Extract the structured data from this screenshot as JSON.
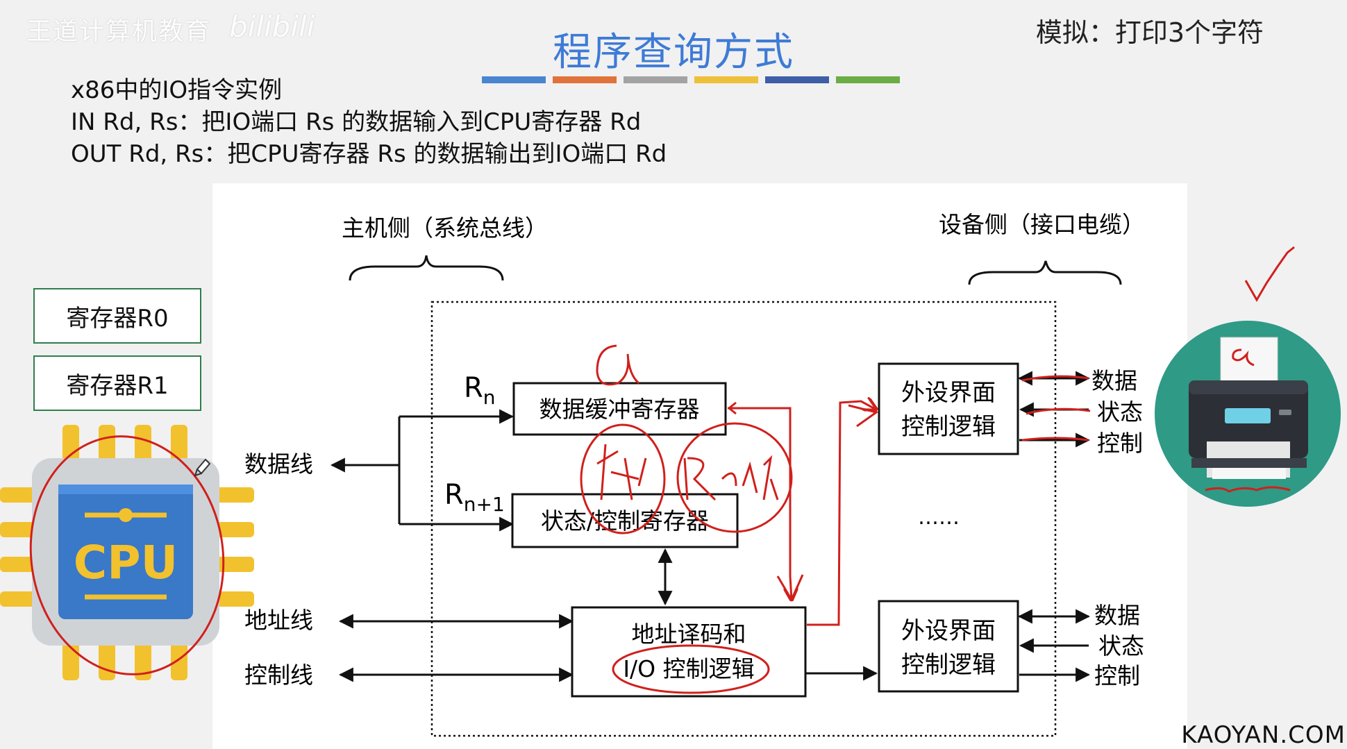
{
  "watermark": {
    "text": "王道计算机教育",
    "logo": "bilibili"
  },
  "title": "程序查询方式",
  "top_right_note": "模拟：打印3个字符",
  "color_bar": [
    "#4a86d0",
    "#e0733c",
    "#a3a3a3",
    "#eec03a",
    "#3f5ea8",
    "#6cad45"
  ],
  "info_lines": [
    "x86中的IO指令实例",
    "IN Rd, Rs：把IO端口 Rs 的数据输入到CPU寄存器 Rd",
    "OUT Rd, Rs：把CPU寄存器 Rs 的数据输出到IO端口 Rd"
  ],
  "registers": [
    "寄存器R0",
    "寄存器R1"
  ],
  "cpu_label": "CPU",
  "diagram": {
    "host_side": "主机侧（系统总线）",
    "device_side": "设备侧（接口电缆）",
    "bus_data": "数据线",
    "bus_address": "地址线",
    "bus_control": "控制线",
    "rn": "R",
    "rn_sub": "n",
    "rn1": "R",
    "rn1_sub": "n+1",
    "data_buffer": "数据缓冲寄存器",
    "status_control": "状态/控制寄存器",
    "decoder_line1": "地址译码和",
    "decoder_line2": "I/O 控制逻辑",
    "dev_ctrl_1_line1": "外设界面",
    "dev_ctrl_1_line2": "控制逻辑",
    "dev_ctrl_2_line1": "外设界面",
    "dev_ctrl_2_line2": "控制逻辑",
    "ellipsis": "……",
    "sig_data_1": "数据",
    "sig_status_1": "状态",
    "sig_control_1": "控制",
    "sig_data_2": "数据",
    "sig_status_2": "状态",
    "sig_control_2": "控制"
  },
  "annotations": {
    "buffer_char": "a",
    "status_scribble": "烧",
    "status_word": "Ready",
    "printer_paper": "a"
  },
  "footer": "KAOYAN.COM",
  "colors": {
    "title": "#3d7bd6",
    "ink": "#d0201c",
    "register_border": "#2f7d4e",
    "printer_bg": "#2f9a86"
  }
}
